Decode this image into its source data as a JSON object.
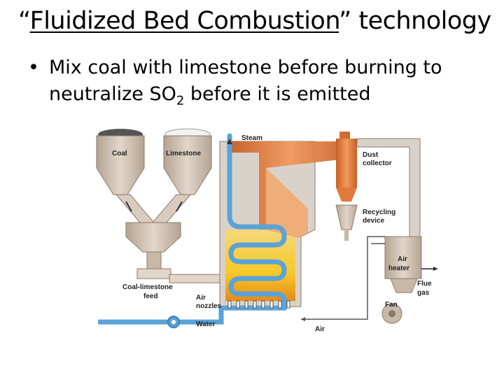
{
  "slide": {
    "title_open_quote": "“",
    "title_underlined": "Fluidized Bed Combustion",
    "title_close": "” technology",
    "bullet_symbol": "•",
    "bullet_line1": "Mix coal with limestone before burning to",
    "bullet_line2_pre": "neutralize SO",
    "bullet_line2_sub": "2",
    "bullet_line2_post": " before it is emitted"
  },
  "diagram": {
    "labels": {
      "coal": "Coal",
      "limestone": "Limestone",
      "steam": "Steam",
      "dust_collector_1": "Dust",
      "dust_collector_2": "collector",
      "recycling_1": "Recycling",
      "recycling_2": "device",
      "air_heater_1": "Air",
      "air_heater_2": "heater",
      "flue_gas_1": "Flue",
      "flue_gas_2": "gas",
      "fan": "Fan",
      "feed_1": "Coal-limestone",
      "feed_2": "feed",
      "air_nozzles_1": "Air",
      "air_nozzles_2": "nozzles",
      "water": "Water",
      "air_bottom": "Air"
    },
    "colors": {
      "hopper": "#c8b8a8",
      "duct": "#d9d2ca",
      "orange": "#e07a3a",
      "water": "#5aa3d8",
      "flame": "#f7c928"
    }
  }
}
